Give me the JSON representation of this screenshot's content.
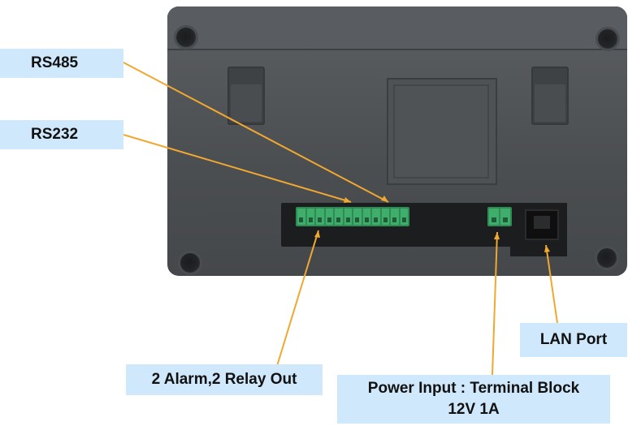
{
  "labels": {
    "rs485": "RS485",
    "rs232": "RS232",
    "alarm_relay": "2 Alarm,2 Relay Out",
    "power_line1": "Power Input : Terminal Block",
    "power_line2": "12V 1A",
    "lan": "LAN Port"
  },
  "colors": {
    "callout_bg": "#cfe8fb",
    "leader_line": "#f0a830",
    "device_body": "#4b4e51",
    "terminal_green": "#3fae6d"
  },
  "device": {
    "terminal_block_main_pins": 12,
    "terminal_block_power_pins": 2
  }
}
